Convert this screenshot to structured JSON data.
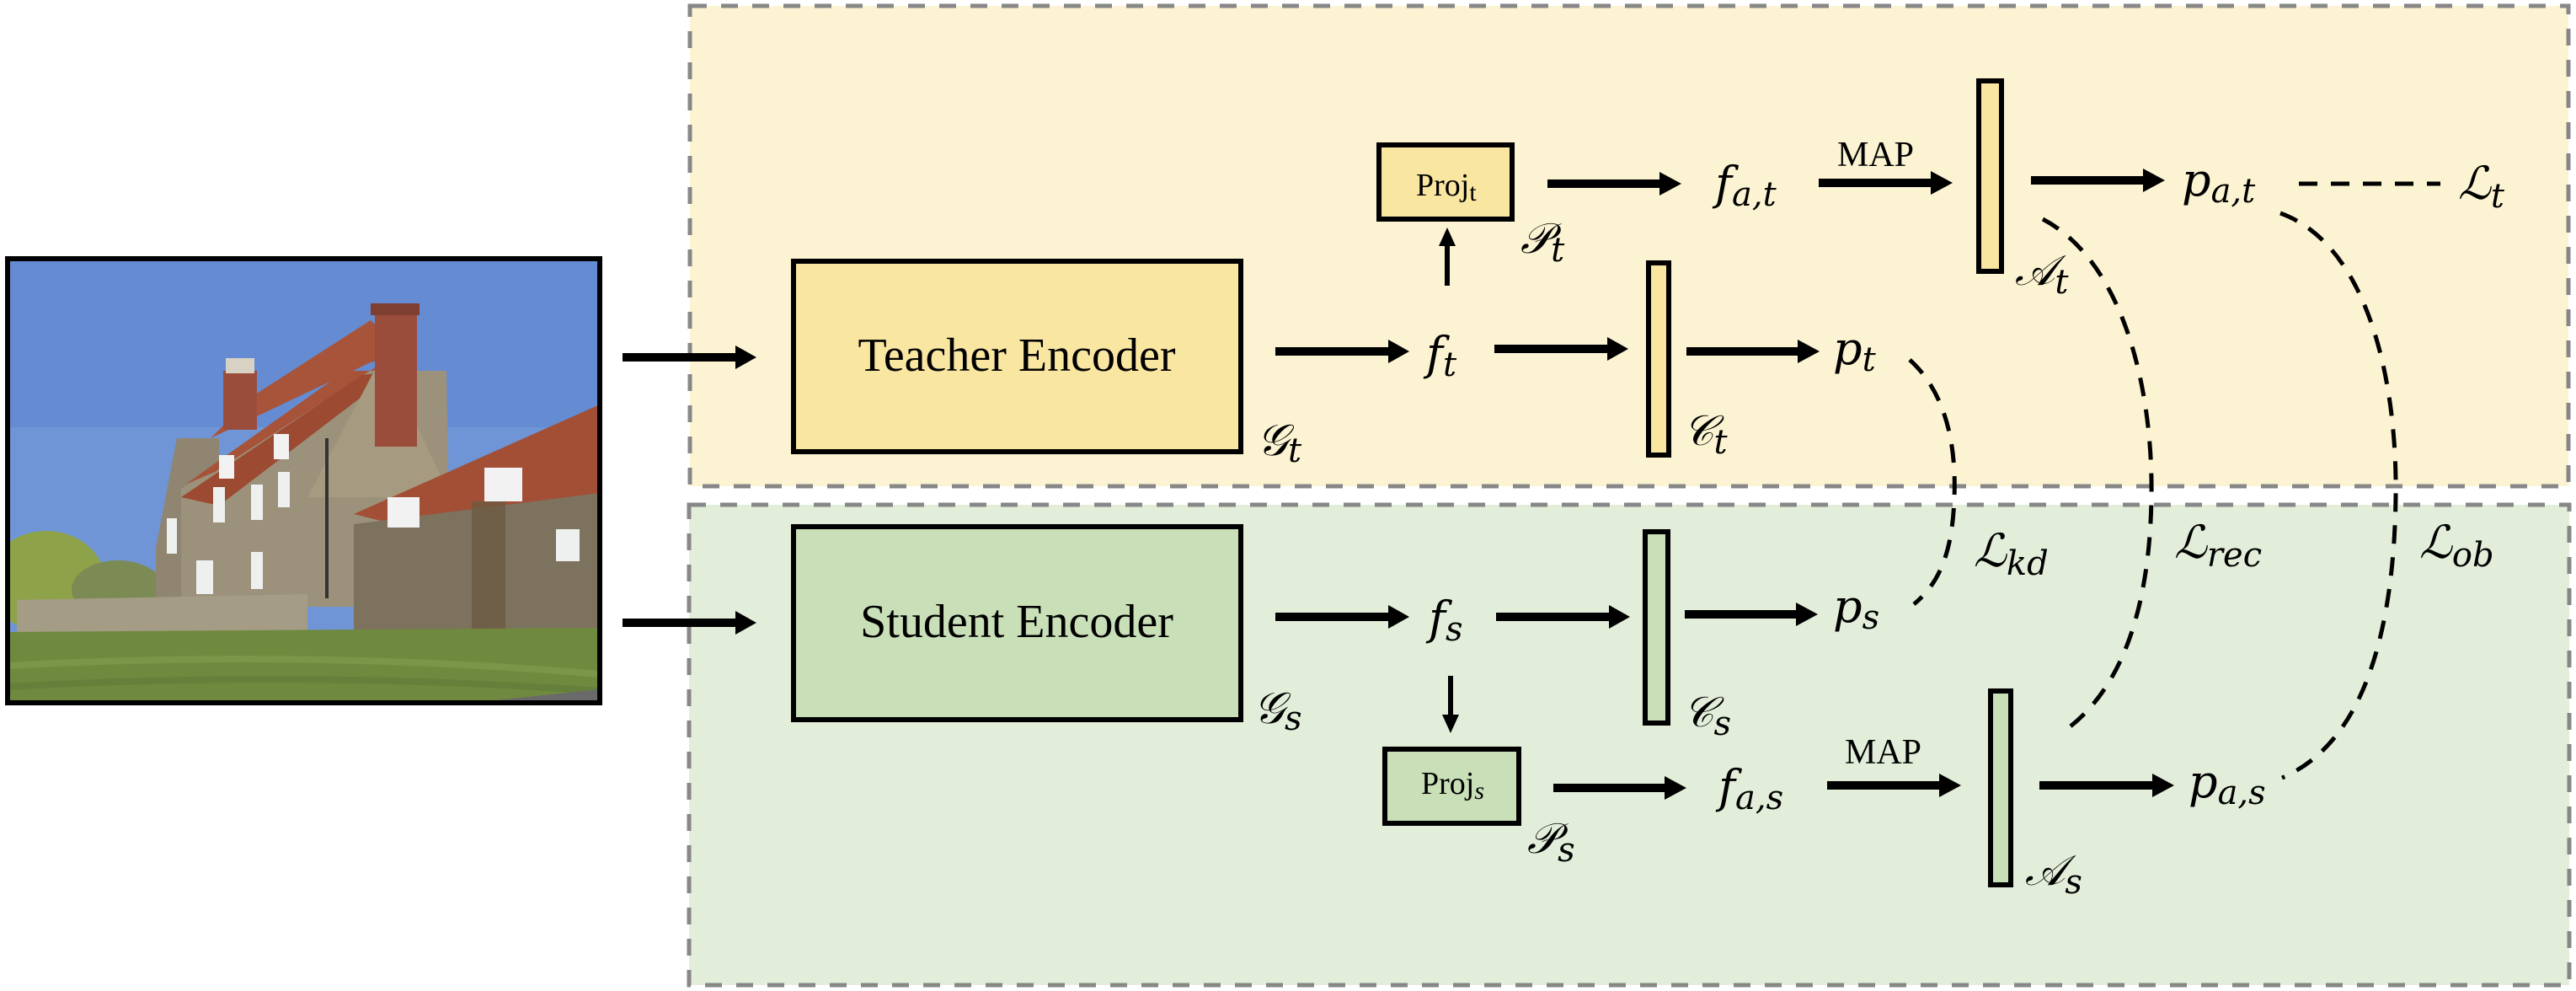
{
  "colors": {
    "teacher_panel_fill": "#FBF3D2",
    "teacher_block_fill": "#F9E6A1",
    "student_panel_fill": "#E3EEDA",
    "student_block_fill": "#C9DFB8",
    "panel_border": "#878787",
    "ink": "#000000"
  },
  "input_image": {
    "description": "photo of a stone farmhouse with red-tiled roof, chimneys and lawn under blue sky"
  },
  "teacher": {
    "encoder_label": "Teacher Encoder",
    "encoder_symbol": "𝒢",
    "encoder_sub": "t",
    "feature": "f",
    "feature_sub": "t",
    "proj_label": "Proj",
    "proj_sub": "t",
    "proj_symbol": "𝒫",
    "proj_symbol_sub": "t",
    "aligned_feature": "f",
    "aligned_feature_sub": "a,t",
    "map_label": "MAP",
    "aux_head_symbol": "𝒜",
    "aux_head_sub": "t",
    "aux_pred": "p",
    "aux_pred_sub": "a,t",
    "classifier_symbol": "𝒞",
    "classifier_sub": "t",
    "pred": "p",
    "pred_sub": "t",
    "loss": "ℒ",
    "loss_sub": "t"
  },
  "student": {
    "encoder_label": "Student Encoder",
    "encoder_symbol": "𝒢",
    "encoder_sub": "s",
    "feature": "f",
    "feature_sub": "s",
    "proj_label": "Proj",
    "proj_sub": "s",
    "proj_symbol": "𝒫",
    "proj_symbol_sub": "s",
    "aligned_feature": "f",
    "aligned_feature_sub": "a,s",
    "map_label": "MAP",
    "aux_head_symbol": "𝒜",
    "aux_head_sub": "s",
    "aux_pred": "p",
    "aux_pred_sub": "a,s",
    "classifier_symbol": "𝒞",
    "classifier_sub": "s",
    "pred": "p",
    "pred_sub": "s"
  },
  "losses": {
    "kd": {
      "symbol": "ℒ",
      "sub": "kd"
    },
    "rec": {
      "symbol": "ℒ",
      "sub": "rec"
    },
    "ob": {
      "symbol": "ℒ",
      "sub": "ob"
    }
  }
}
